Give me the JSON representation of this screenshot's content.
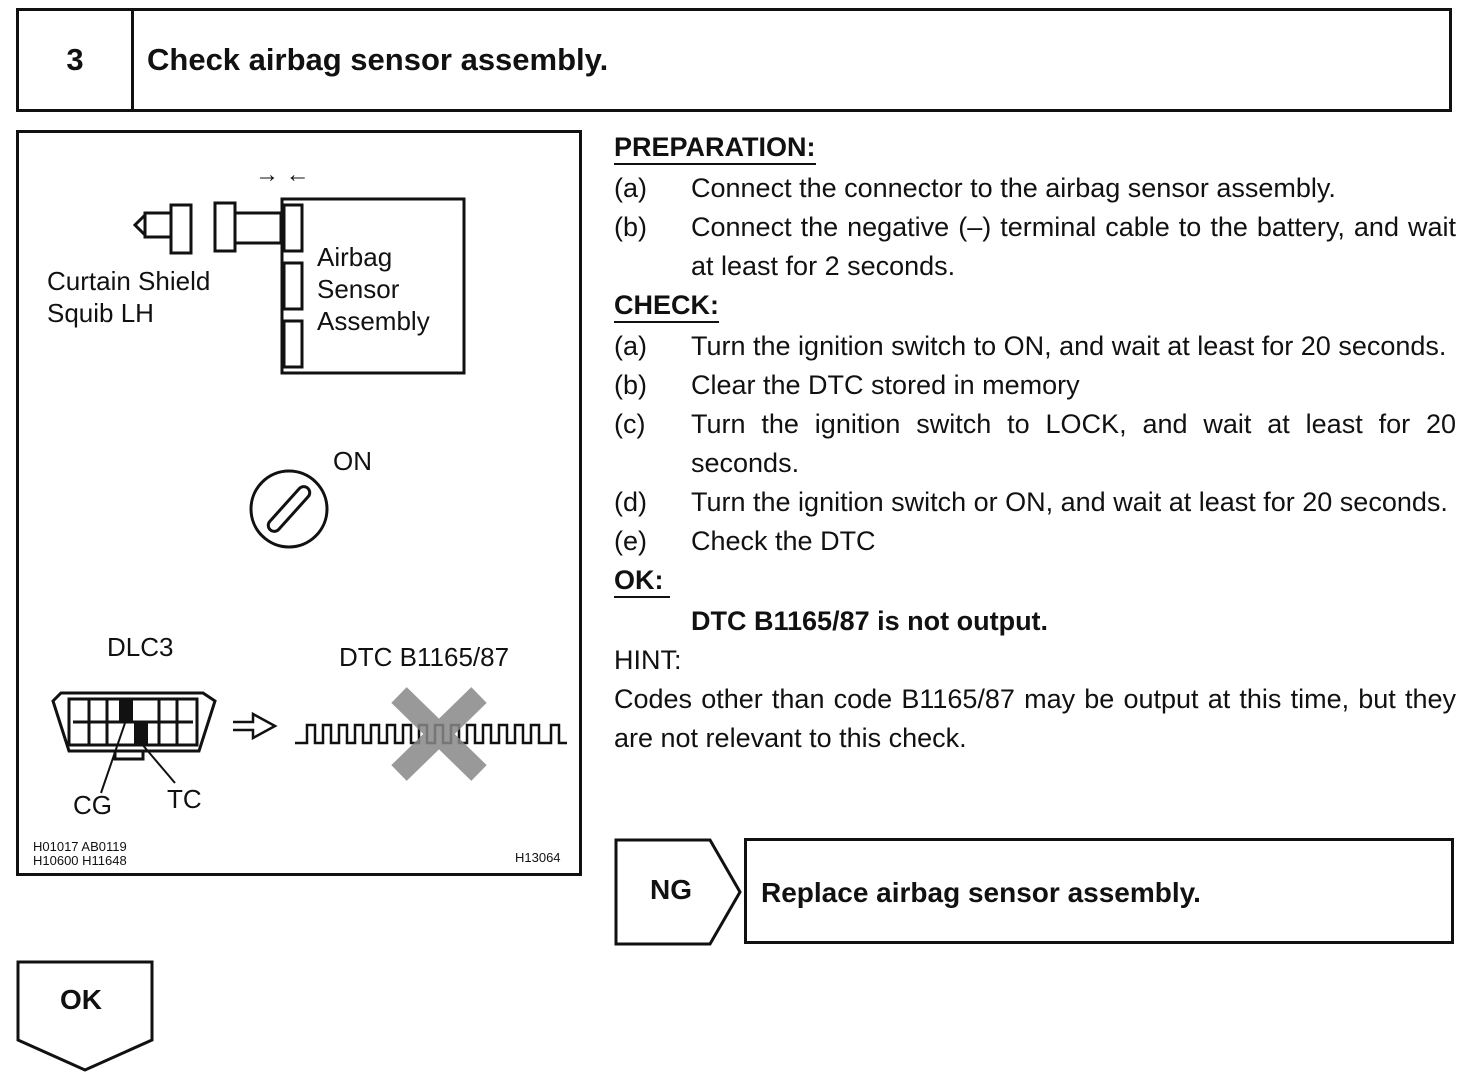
{
  "step": {
    "number": "3",
    "title": "Check airbag sensor assembly."
  },
  "figure": {
    "arrows": "→ ←",
    "squib_label": [
      "Curtain Shield",
      "Squib LH"
    ],
    "sensor_label": [
      "Airbag",
      "Sensor",
      "Assembly"
    ],
    "switch_label": "ON",
    "dlc_label": "DLC3",
    "dtc_label": "DTC B1165/87",
    "cg_label": "CG",
    "tc_label": "TC",
    "ref_codes": [
      "H01017  AB0119",
      "H10600  H11648"
    ],
    "figure_id": "H13064"
  },
  "preparation": {
    "heading": "PREPARATION:",
    "items": [
      {
        "label": "(a)",
        "text": "Connect the connector to the airbag sensor assembly."
      },
      {
        "label": "(b)",
        "text": "Connect the negative (–) terminal cable to the battery, and wait at least for 2 seconds."
      }
    ]
  },
  "check": {
    "heading": "CHECK:",
    "items": [
      {
        "label": "(a)",
        "text": "Turn the ignition switch to ON, and wait at least for 20 seconds."
      },
      {
        "label": "(b)",
        "text": "Clear the DTC stored in memory"
      },
      {
        "label": "(c)",
        "text": "Turn the ignition switch to LOCK, and wait at least for 20 seconds."
      },
      {
        "label": "(d)",
        "text": "Turn the ignition switch or ON, and wait at least for 20 seconds."
      },
      {
        "label": "(e)",
        "text": "Check the DTC"
      }
    ]
  },
  "ok_section": {
    "heading": "OK:",
    "result": "DTC B1165/87 is not output."
  },
  "hint": {
    "heading": "HINT:",
    "text": "Codes other than code B1165/87 may be output at this time, but they are not relevant to this check."
  },
  "ng_branch": {
    "label": "NG",
    "action": "Replace airbag sensor assembly."
  },
  "ok_branch": {
    "label": "OK"
  }
}
